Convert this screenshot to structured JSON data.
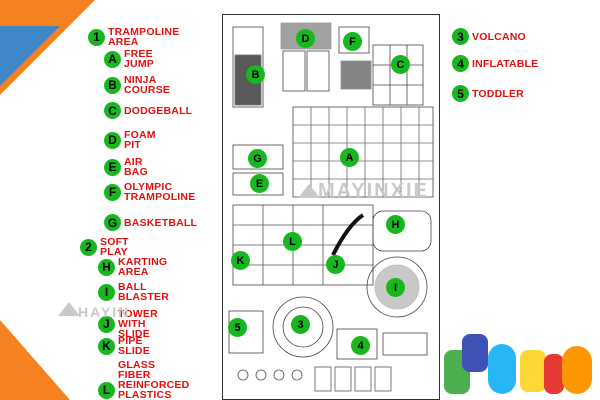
{
  "legend_left": [
    {
      "badge": "1",
      "label": "TRAMPOLINE AREA"
    },
    {
      "badge": "A",
      "label": "FREE JUMP"
    },
    {
      "badge": "B",
      "label": "NINJA COURSE"
    },
    {
      "badge": "C",
      "label": "DODGEBALL"
    },
    {
      "badge": "D",
      "label": "FOAM PIT"
    },
    {
      "badge": "E",
      "label": "AIR BAG"
    },
    {
      "badge": "F",
      "label": "OLYMPIC\nTRAMPOLINE"
    },
    {
      "badge": "G",
      "label": "BASKETBALL"
    },
    {
      "badge": "2",
      "label": "SOFT PLAY"
    },
    {
      "badge": "H",
      "label": "KARTING AREA"
    },
    {
      "badge": "I",
      "label": "BALL BLASTER"
    },
    {
      "badge": "J",
      "label": "TOWER WITH\nSLIDE"
    },
    {
      "badge": "K",
      "label": "PIPE SLIDE"
    },
    {
      "badge": "L",
      "label": "GLASS FIBER\nREINFORCED\nPLASTICS RAIN\nBOW SLIDES"
    }
  ],
  "legend_right": [
    {
      "badge": "3",
      "label": "VOLCANO"
    },
    {
      "badge": "4",
      "label": "INFLATABLE"
    },
    {
      "badge": "5",
      "label": "TODDLER"
    }
  ],
  "zones": [
    "D",
    "F",
    "B",
    "C",
    "G",
    "A",
    "E",
    "H",
    "L",
    "K",
    "J",
    "I",
    "5",
    "3",
    "4"
  ],
  "watermark": {
    "top": "MAYINXIE",
    "bottom": "HAYIN"
  },
  "colors": {
    "badge": "#17b81f",
    "label": "#e01010",
    "accent_orange": "#f58220",
    "accent_blue": "#1e88e5"
  }
}
